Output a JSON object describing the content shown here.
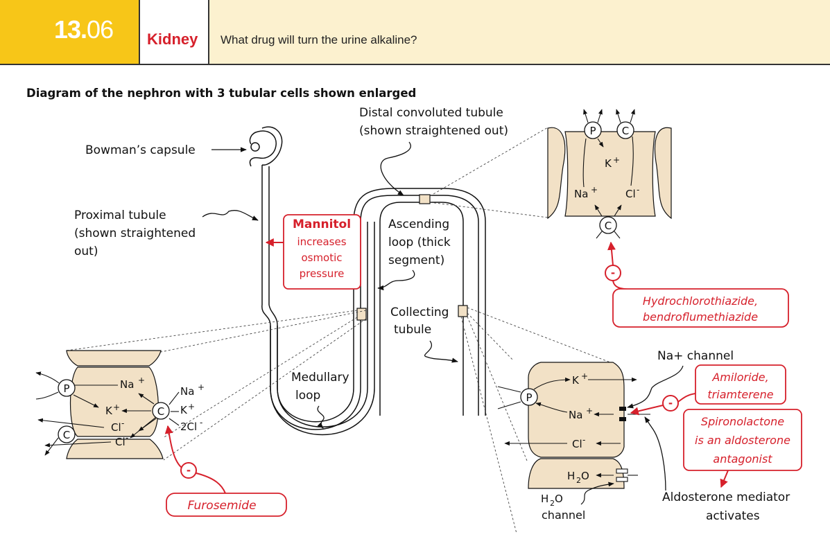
{
  "header": {
    "number_bold": "13.",
    "number_light": "06",
    "section": "Kidney",
    "question": "What drug will turn the urine alkaline?"
  },
  "subtitle": "Diagram of the nephron with 3 tubular cells shown enlarged",
  "labels": {
    "bowman": "Bowman’s capsule",
    "proximal_1": "Proximal  tubule",
    "proximal_2": "(shown straightened",
    "proximal_3": "out)",
    "distal_1": "Distal convoluted tubule",
    "distal_2": "(shown straightened out)",
    "ascending_1": "Ascending",
    "ascending_2": "loop (thick",
    "ascending_3": "segment)",
    "collecting_1": "Collecting",
    "collecting_2": "tubule",
    "medullary_1": "Medullary",
    "medullary_2": "loop"
  },
  "mannitol": {
    "title": "Mannitol",
    "line1": "increases",
    "line2": "osmotic",
    "line3": "pressure"
  },
  "ions": {
    "na": "Na",
    "k": "K",
    "cl": "Cl",
    "two_cl": "2Cl",
    "plus": "+",
    "minus": "-",
    "h2o_h": "H",
    "h2o_2": "2",
    "h2o_o": "O",
    "p": "P",
    "c": "C"
  },
  "drugs": {
    "thiazide_1": "Hydrochlorothiazide,",
    "thiazide_2": "bendroflumethiazide",
    "furosemide": "Furosemide",
    "amiloride_1": "Amiloride,",
    "amiloride_2": "triamterene",
    "spiro_1": "Spironolactone",
    "spiro_2": "is an aldosterone",
    "spiro_3": "antagonist",
    "inhibit": "-"
  },
  "right_cell": {
    "na_channel": "Na+ channel",
    "h2o_channel_2": "channel",
    "aldosterone_1": "Aldosterone mediator",
    "aldosterone_2": "activates"
  },
  "colors": {
    "header_yellow": "#f7c618",
    "header_cream": "#fcf1cf",
    "drug_red": "#d6202b",
    "cell_fill": "#f2e1c6"
  }
}
